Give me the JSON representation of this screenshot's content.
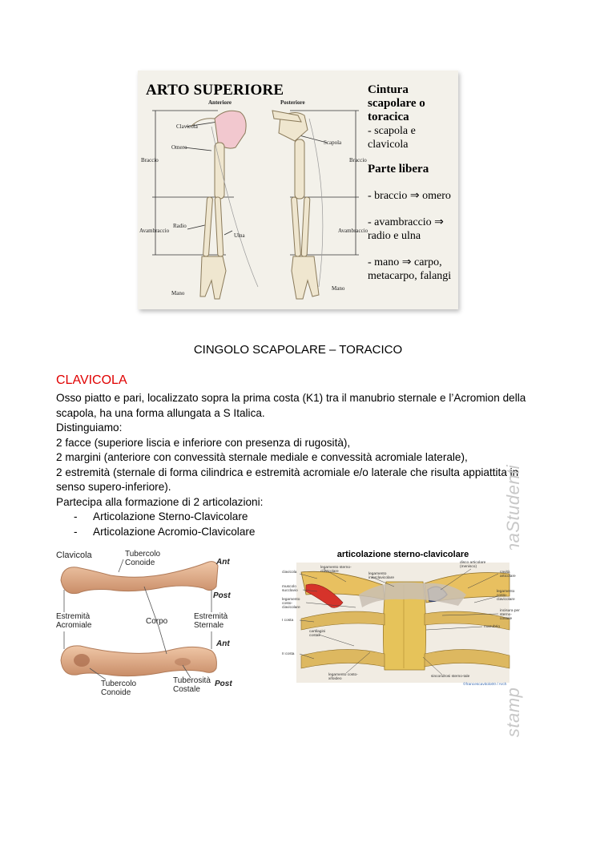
{
  "figure_top": {
    "title": "ARTO SUPERIORE",
    "view_front": "Anteriore",
    "view_back": "Posteriore",
    "labels": {
      "clavicola": "Clavicola",
      "omero": "Omero",
      "braccio_left": "Braccio",
      "braccio_right": "Braccio",
      "scapola": "Scapola",
      "radio": "Radio",
      "ulna": "Ulna",
      "avambraccio_left": "Avambraccio",
      "avambraccio_right": "Avambraccio",
      "mano_left": "Mano",
      "mano_right": "Mano"
    },
    "side": {
      "heading1": "Cintura scapolare o toracica",
      "item1": "- scapola e clavicola",
      "heading2": "Parte libera",
      "item2": "- braccio ⇒ omero",
      "item3": "- avambraccio ⇒ radio e ulna",
      "item4": "- mano ⇒ carpo, metacarpo, falangi"
    }
  },
  "section_title": "CINGOLO SCAPOLARE – TORACICO",
  "clavicola": {
    "heading": "CLAVICOLA",
    "p1": "Osso piatto e pari, localizzato sopra la prima costa (K1) tra il manubrio sternale e l’Acromion della scapola, ha una forma allungata a S Italica.",
    "p2": "Distinguiamo:",
    "p3": "2 facce (superiore liscia e inferiore con presenza di rugosità),",
    "p4": "2 margini (anteriore con convessità sternale mediale e convessità acromiale laterale),",
    "p5": "2 estremità (sternale di forma cilindrica e estremità acromiale e/o laterale che risulta appiattita in senso supero-inferiore).",
    "p6": "Partecipa alla formazione di 2 articolazioni:",
    "list": [
      {
        "dash": "-",
        "text": "Articolazione Sterno-Clavicolare"
      },
      {
        "dash": "-",
        "text": "Articolazione Acromio-Clavicolare"
      }
    ]
  },
  "figure_clavicle": {
    "title": "Clavicola",
    "tubercolo_conoide_top": "Tubercolo Conoide",
    "ant_top": "Ant",
    "post_top": "Post",
    "estremita_acromiale": "Estremità Acromiale",
    "corpo": "Corpo",
    "estremita_sternale": "Estremità Sternale",
    "ant_bottom": "Ant",
    "tubercolo_conoide_bottom": "Tubercolo Conoide",
    "tuberosita_costale": "Tuberosità Costale",
    "post_bottom": "Post"
  },
  "figure_joint": {
    "title": "articolazione sterno-clavicolare",
    "labels": {
      "clavicola": "clavicola",
      "lig_sterno": "legamento sterno-clavicolare",
      "lig_inter": "legamento interclavicolare",
      "disco": "disco articolare (menisco)",
      "muscolo": "muscolo succlavio",
      "lig_costo": "legamento costo-clavicolare",
      "cavita": "cavità articolare",
      "lig_costo_r": "legamento costo-clavicolare",
      "prima_costa": "I costa",
      "incisura": "incisura per sterno-costale",
      "manubrio": "manubrio",
      "cartilagini": "cartilagini costali",
      "seconda_costa": "II costa",
      "lig_radiato": "legamento costo-xifoideo",
      "sincondrosi": "sincondrosi sterno-tale",
      "credit": "©francescavitolo00 / Arch"
    }
  },
  "watermark": "stampato presso OfficinaStudenti",
  "colors": {
    "heading_red": "#e00000",
    "bone": "#d9a780",
    "ligament": "#c9c0b4",
    "cartilage": "#9aa8c4",
    "muscle": "#d6332a"
  }
}
